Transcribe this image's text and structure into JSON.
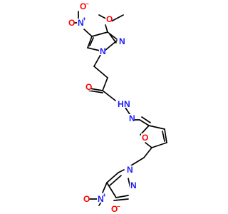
{
  "colors": {
    "bond": "#000000",
    "nitrogen": "#1a1aff",
    "oxygen": "#ff0000",
    "carbon": "#000000"
  },
  "atoms": {
    "o_nitro1_left": "O",
    "n_nitro1": "N",
    "n_nitro1_charge": "+",
    "o_nitro1_up": "O",
    "o_nitro1_up_charge": "−",
    "o_methoxy": "O",
    "n_pyrazole1_n2": "N",
    "n_pyrazole1_n1": "N",
    "o_carbonyl": "O",
    "nh_hydrazide_h": "H",
    "nh_hydrazide_n": "N",
    "n_imine": "N",
    "o_furan": "O",
    "n_pyrazole2_n1": "N",
    "n_pyrazole2_n2": "N",
    "o_nitro2_left": "O",
    "n_nitro2": "N",
    "n_nitro2_charge": "+",
    "o_nitro2_right": "O",
    "o_nitro2_right_charge": "−"
  }
}
